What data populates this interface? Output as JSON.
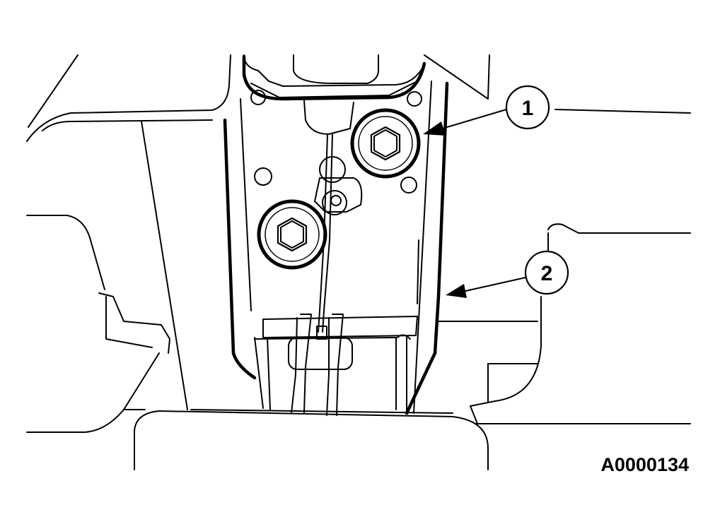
{
  "diagram": {
    "callouts": [
      {
        "id": "1",
        "label": "1"
      },
      {
        "id": "2",
        "label": "2"
      }
    ],
    "figure_code": "A0000134"
  }
}
